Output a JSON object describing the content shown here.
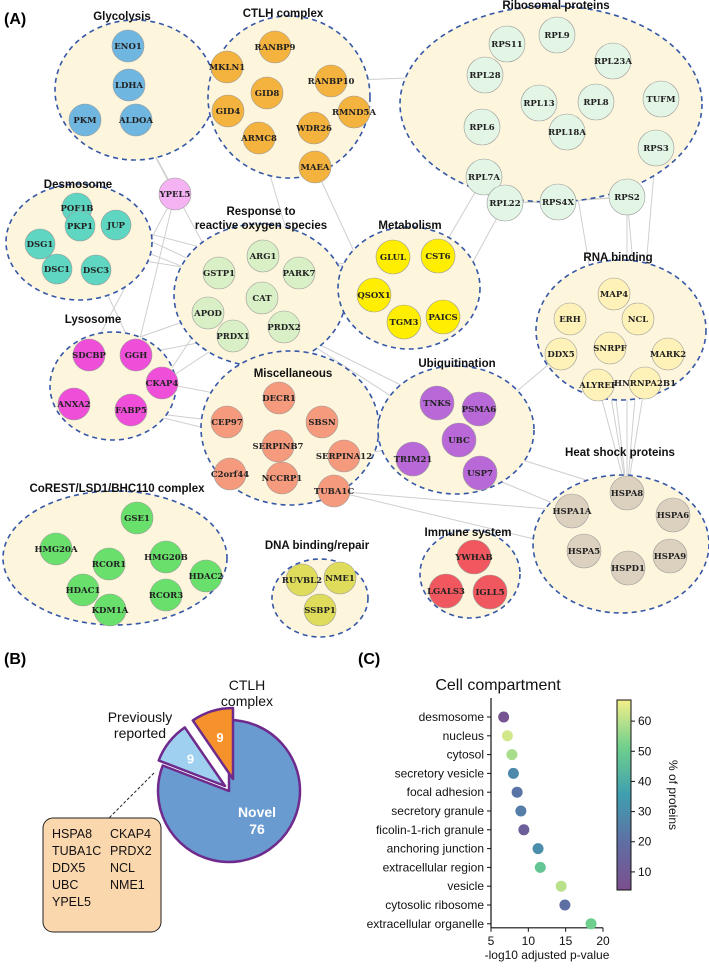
{
  "panel_labels": {
    "a": "(A)",
    "b": "(B)",
    "c": "(C)"
  },
  "colors": {
    "cluster_fill": "#fdf5dc",
    "cluster_border": "#3557a6",
    "edge": "#cfcfcf",
    "glycolysis": "#6fb6e0",
    "ctlh": "#f4b23f",
    "ribosomal": "#e3f6e6",
    "desmosome": "#5ed6c2",
    "ros": "#d9efc6",
    "metabolism": "#ffee00",
    "rna": "#fff2b8",
    "lysosome": "#ef4fd8",
    "misc": "#f59a7c",
    "ubiq": "#b968d8",
    "heat": "#dcd1bf",
    "corest": "#69e06b",
    "dna": "#dedc5a",
    "immune": "#f0575e",
    "ypel5": "#f5b3f3"
  },
  "network": {
    "clusters": [
      {
        "id": "glycolysis",
        "title": "Glycolysis",
        "nodes": [
          "ENO1",
          "LDHA",
          "PKM",
          "ALDOA"
        ]
      },
      {
        "id": "ctlh",
        "title": "CTLH complex",
        "nodes": [
          "RANBP9",
          "MKLN1",
          "GID8",
          "RANBP10",
          "GID4",
          "WDR26",
          "RMND5A",
          "ARMC8",
          "MAEA"
        ]
      },
      {
        "id": "ribosomal",
        "title": "Ribosomal proteins",
        "nodes": [
          "RPL9",
          "RPS11",
          "RPL23A",
          "RPL28",
          "RPL13",
          "RPL8",
          "TUFM",
          "RPL6",
          "RPL18A",
          "RPS3",
          "RPL7A",
          "RPL22",
          "RPS4X",
          "RPS2"
        ]
      },
      {
        "id": "desmosome",
        "title": "Desmosome",
        "nodes": [
          "POF1B",
          "DSG1",
          "PKP1",
          "JUP",
          "DSC1",
          "DSC3"
        ]
      },
      {
        "id": "ros",
        "title": "Response to reactive oxygen species",
        "title_lines": [
          "Response to",
          "reactive oxygen species"
        ],
        "nodes": [
          "ARG1",
          "GSTP1",
          "PARK7",
          "CAT",
          "APOD",
          "PRDX1",
          "PRDX2"
        ]
      },
      {
        "id": "metabolism",
        "title": "Metabolism",
        "nodes": [
          "GLUL",
          "CST6",
          "QSOX1",
          "TGM3",
          "PAICS"
        ]
      },
      {
        "id": "rna",
        "title": "RNA binding",
        "nodes": [
          "MAP4",
          "ERH",
          "NCL",
          "SNRPF",
          "DDX5",
          "MARK2",
          "ALYREF",
          "HNRNPA2B1"
        ]
      },
      {
        "id": "lysosome",
        "title": "Lysosome",
        "nodes": [
          "SDCBP",
          "GGH",
          "CKAP4",
          "ANXA2",
          "FABP5"
        ]
      },
      {
        "id": "misc",
        "title": "Miscellaneous",
        "nodes": [
          "DECR1",
          "CEP97",
          "SBSN",
          "SERPINB7",
          "SERPINA12",
          "C2orf44",
          "NCCRP1",
          "TUBA1C"
        ]
      },
      {
        "id": "ubiq",
        "title": "Ubiquitination",
        "nodes": [
          "TNKS",
          "PSMA6",
          "UBC",
          "TRIM21",
          "USP7"
        ]
      },
      {
        "id": "heat",
        "title": "Heat shock proteins",
        "nodes": [
          "HSPA8",
          "HSPA1A",
          "HSPA6",
          "HSPA5",
          "HSPD1",
          "HSPA9"
        ]
      },
      {
        "id": "corest",
        "title": "CoREST/LSD1/BHC110 complex",
        "nodes": [
          "GSE1",
          "HMG20A",
          "RCOR1",
          "HMG20B",
          "HDAC2",
          "HDAC1",
          "RCOR3",
          "KDM1A"
        ]
      },
      {
        "id": "dna",
        "title": "DNA binding/repair",
        "nodes": [
          "RUVBL2",
          "NME1",
          "SSBP1"
        ]
      },
      {
        "id": "immune",
        "title": "Immune system",
        "nodes": [
          "YWHAB",
          "LGALS3",
          "IGLL5"
        ]
      }
    ],
    "standalone": [
      "YPEL5"
    ]
  },
  "pie": {
    "slices": [
      {
        "label": "Novel",
        "value": 76,
        "color": "#6a9bd0"
      },
      {
        "label": "CTLH complex",
        "label_lines": [
          "CTLH",
          "complex"
        ],
        "value": 9,
        "color": "#f6922c"
      },
      {
        "label": "Previously reported",
        "label_lines": [
          "Previously",
          "reported"
        ],
        "value": 9,
        "color": "#9fd0f0"
      }
    ],
    "outline": "#6e2a8c",
    "reported_box": {
      "items": [
        "HSPA8",
        "TUBA1C",
        "DDX5",
        "UBC",
        "YPEL5",
        "CKAP4",
        "PRDX2",
        "NCL",
        "NME1"
      ],
      "fill": "#fbd7ae"
    }
  },
  "chart_data": {
    "type": "scatter",
    "title": "Cell compartment",
    "xlabel": "-log10 adjusted p-value",
    "ylabel": "",
    "xlim": [
      5,
      20
    ],
    "xticks": [
      5,
      10,
      15,
      20
    ],
    "categories": [
      "desmosome",
      "nucleus",
      "cytosol",
      "secretory vesicle",
      "focal adhesion",
      "secretory granule",
      "ficolin-1-rich granule",
      "anchoring junction",
      "extracellular region",
      "vesicle",
      "cytosolic ribosome",
      "extracellular organelle"
    ],
    "x": [
      6.7,
      7.2,
      7.8,
      8.0,
      8.5,
      9.0,
      9.4,
      11.3,
      11.6,
      14.4,
      14.9,
      18.4
    ],
    "color_values": [
      6,
      63,
      58,
      28,
      22,
      25,
      12,
      30,
      48,
      60,
      20,
      51
    ],
    "colorbar": {
      "label": "% of proteins",
      "range": [
        4,
        67
      ],
      "ticks": [
        10,
        20,
        30,
        40,
        50,
        60
      ]
    },
    "grid": false,
    "legend": "none"
  }
}
